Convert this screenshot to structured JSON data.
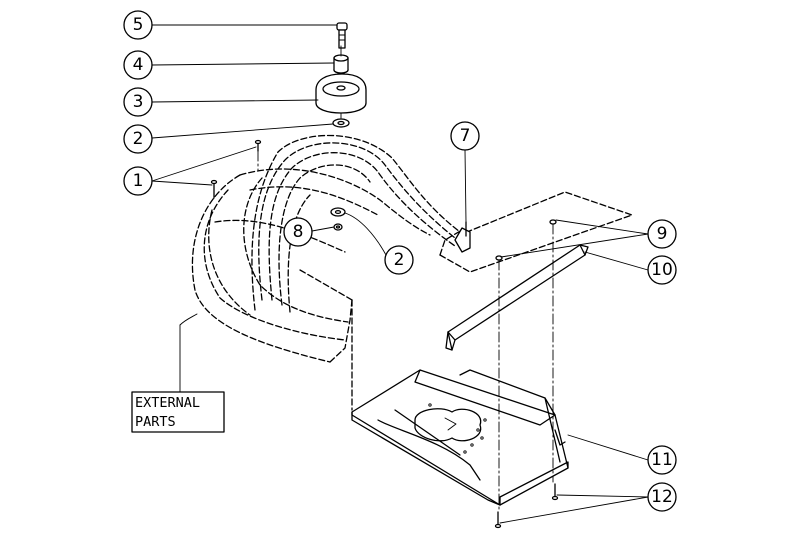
{
  "callouts": {
    "c1": "1",
    "c2a": "2",
    "c2b": "2",
    "c3": "3",
    "c4": "4",
    "c5": "5",
    "c7": "7",
    "c8": "8",
    "c9": "9",
    "c10": "10",
    "c11": "11",
    "c12": "12"
  },
  "external_parts": {
    "line1": "EXTERNAL",
    "line2": "PARTS"
  }
}
